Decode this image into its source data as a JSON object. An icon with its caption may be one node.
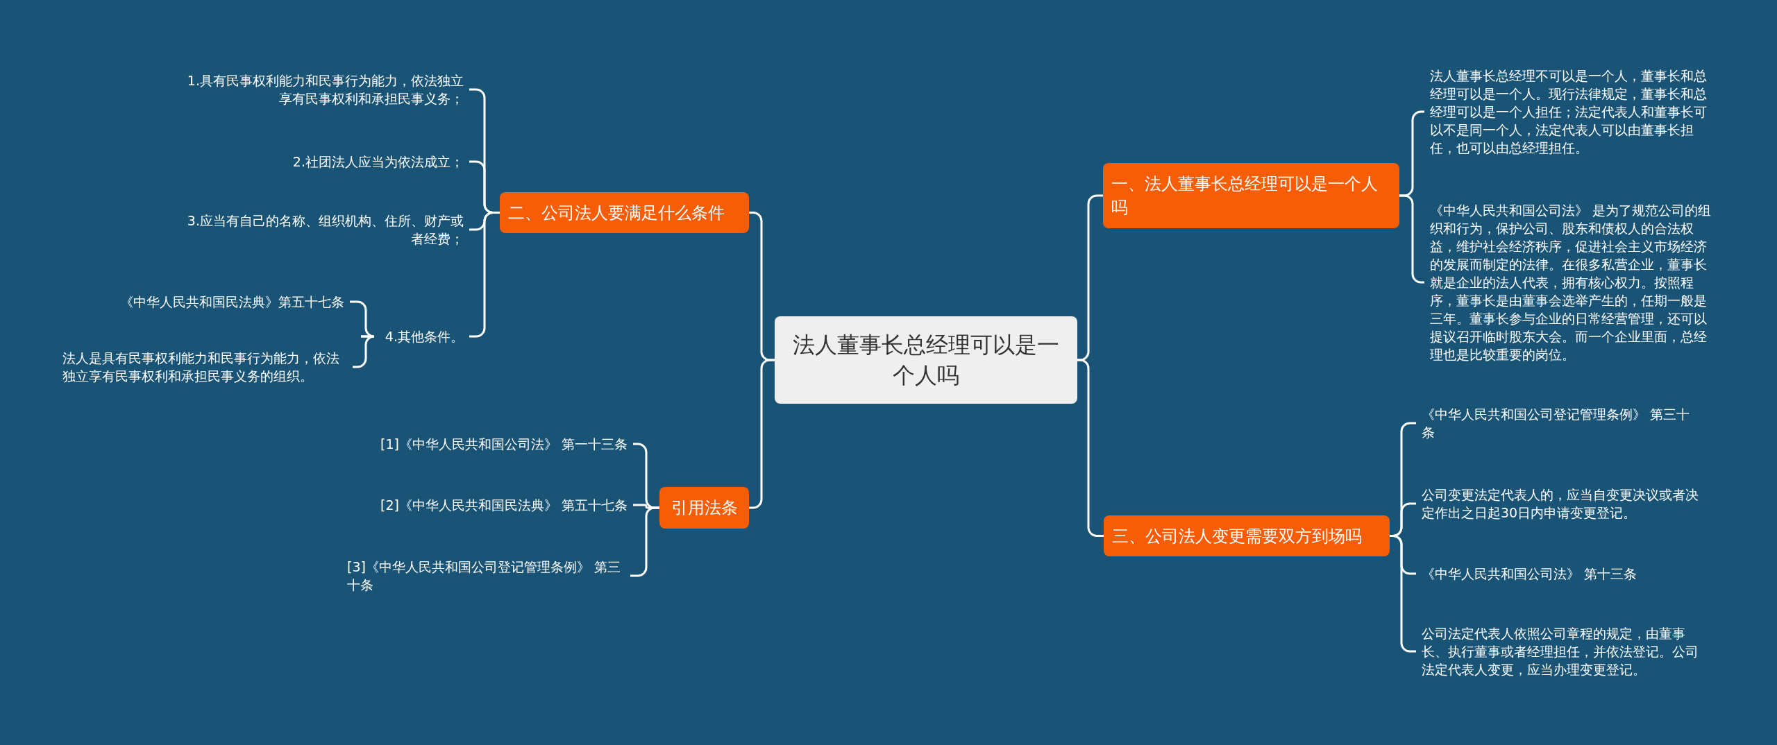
{
  "diagram": {
    "nodes": [
      {
        "text": [
          "法人董事长总经理可以是一个人吗"
        ]
      },
      {
        "text": [
          "二、公司法人要满足什么条件"
        ]
      },
      {
        "text": [
          "1.具有民事权利能力和民事行为能力，依法独立享有民事权利和承担民事义务；"
        ]
      },
      {
        "text": [
          "2.社团法人应当为依法成立；"
        ]
      },
      {
        "text": [
          "3.应当有自己的名称、组织机构、住所、财产或者经费；"
        ]
      },
      {
        "text": [
          "4.其他条件。"
        ]
      },
      {
        "text": [
          "《中华人民共和国民法典》第五十七条"
        ]
      },
      {
        "text": [
          "法人是具有民事权利能力和民事行为能力，依法独立享有民事权利和承担民事义务的组织。"
        ]
      },
      {
        "text": [
          "引用法条"
        ]
      },
      {
        "text": [
          "[1]《中华人民共和国公司法》 第一十三条"
        ]
      },
      {
        "text": [
          "[2]《中华人民共和国民法典》 第五十七条"
        ]
      },
      {
        "text": [
          "[3]《中华人民共和国公司登记管理条例》 第三十条"
        ]
      },
      {
        "text": [
          "一、法人董事长总经理可以是一个人吗"
        ]
      },
      {
        "text": [
          "法人董事长总经理不可以是一个人，董事长和总经理可以是一个人。现行法律规定，董事长和总经理可以是一个人担任；法定代表人和董事长可以不是同一个人，法定代表人可以由董事长担任，也可以由总经理担任。"
        ]
      },
      {
        "text": [
          "《中华人民共和国公司法》 是为了规范公司的组织和行为，保护公司、股东和债权人的合法权益，维护社会经济秩序，促进社会主义市场经济的发展而制定的法律。在很多私营企业，董事长就是企业的法人代表，拥有核心权力。按照程序，董事长是由董事会选举产生的，任期一般是三年。董事长参与企业的日常经营管理，还可以提议召开临时股东大会。而一个企业里面，总经理也是比较重要的岗位。"
        ]
      },
      {
        "text": [
          "三、公司法人变更需要双方到场吗"
        ]
      },
      {
        "text": [
          "《中华人民共和国公司登记管理条例》 第三十条"
        ]
      },
      {
        "text": [
          "公司变更法定代表人的，应当自变更决议或者决定作出之日起30日内申请变更登记。"
        ]
      },
      {
        "text": [
          "《中华人民共和国公司法》 第十三条"
        ]
      },
      {
        "text": [
          "公司法定代表人依照公司章程的规定，由董事长、执行董事或者经理担任，并依法登记。公司法定代表人变更，应当办理变更登记。"
        ]
      }
    ],
    "edges": [
      {
        "from": 0,
        "to": 1,
        "arrow": "none"
      },
      {
        "from": 0,
        "to": 8,
        "arrow": "none"
      },
      {
        "from": 0,
        "to": 12,
        "arrow": "none"
      },
      {
        "from": 0,
        "to": 15,
        "arrow": "none"
      },
      {
        "from": 1,
        "to": 2,
        "arrow": "none"
      },
      {
        "from": 1,
        "to": 3,
        "arrow": "none"
      },
      {
        "from": 1,
        "to": 4,
        "arrow": "none"
      },
      {
        "from": 1,
        "to": 5,
        "arrow": "none"
      },
      {
        "from": 5,
        "to": 6,
        "arrow": "none"
      },
      {
        "from": 5,
        "to": 7,
        "arrow": "none"
      },
      {
        "from": 8,
        "to": 9,
        "arrow": "none"
      },
      {
        "from": 8,
        "to": 10,
        "arrow": "none"
      },
      {
        "from": 8,
        "to": 11,
        "arrow": "none"
      },
      {
        "from": 12,
        "to": 13,
        "arrow": "none"
      },
      {
        "from": 12,
        "to": 14,
        "arrow": "none"
      },
      {
        "from": 15,
        "to": 16,
        "arrow": "none"
      },
      {
        "from": 15,
        "to": 17,
        "arrow": "none"
      },
      {
        "from": 15,
        "to": 18,
        "arrow": "none"
      },
      {
        "from": 15,
        "to": 19,
        "arrow": "none"
      }
    ]
  }
}
